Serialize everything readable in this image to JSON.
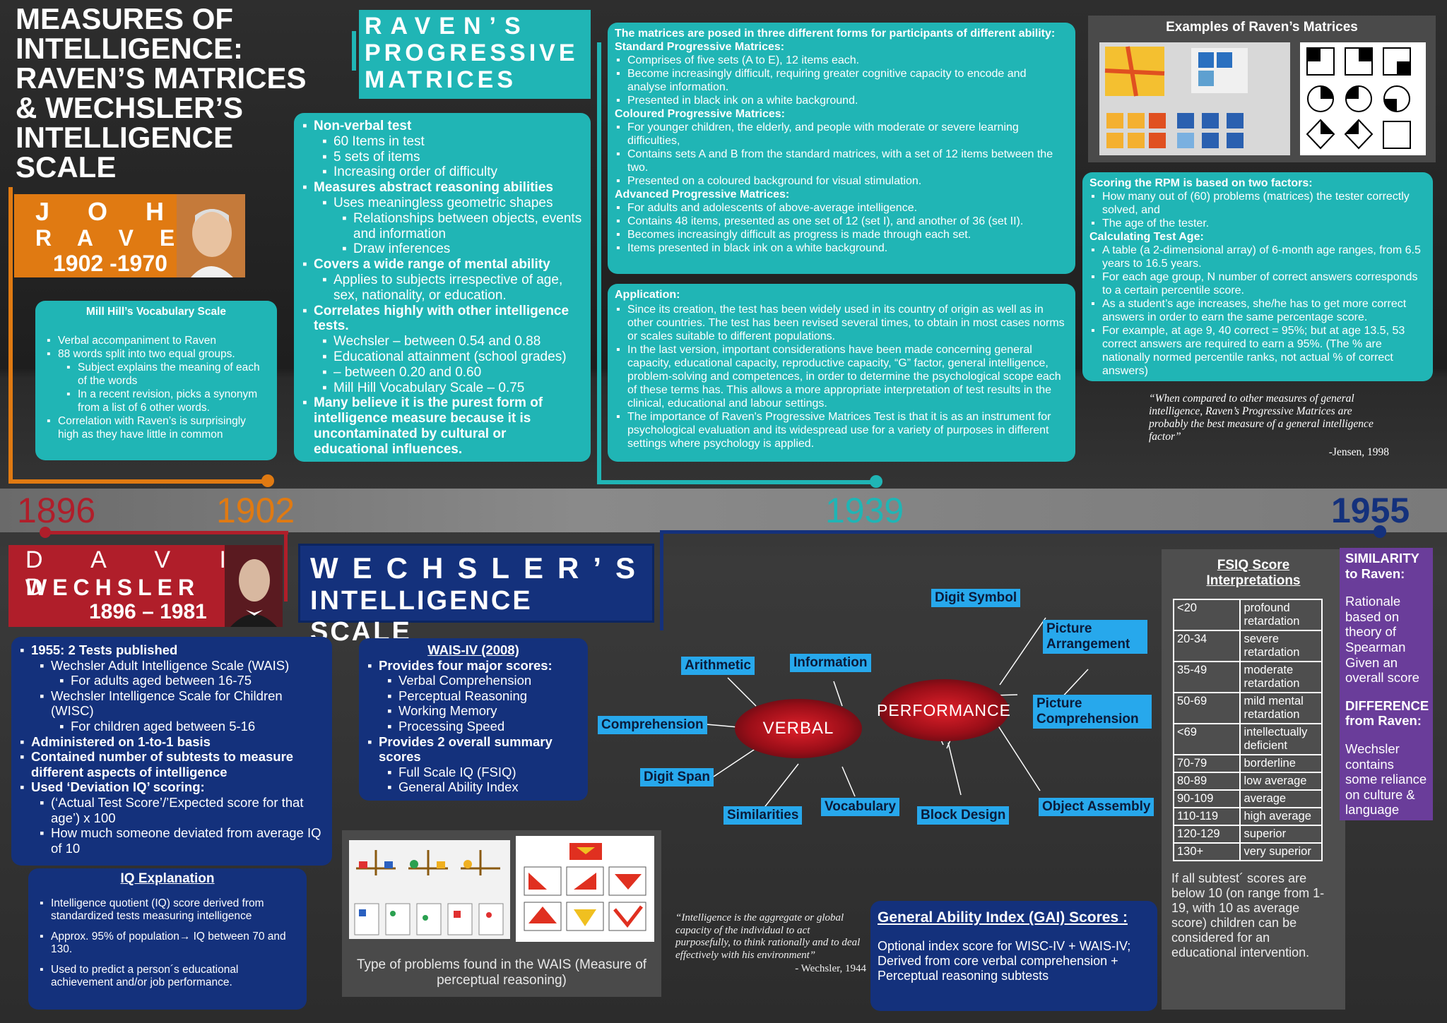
{
  "main_title": [
    "MEASURES OF",
    "INTELLIGENCE:",
    "RAVEN’S MATRICES",
    "& WECHSLER’S",
    "INTELLIGENCE",
    "SCALE"
  ],
  "raven_card": {
    "first": "J O H N",
    "last": "R A V E N",
    "years": "1902 -1970"
  },
  "wechsler_card": {
    "first": "D A V I D",
    "last": "WECHSLER",
    "years": "1896 – 1981"
  },
  "rpm_title": [
    "RAVEN’S",
    "PROGRESSIVE",
    "MATRICES"
  ],
  "wis_title": [
    "WECHSLER’S",
    "INTELLIGENCE SCALE"
  ],
  "timeline": {
    "y1896": "1896",
    "y1902": "1902",
    "y1939": "1939",
    "y1955": "1955"
  },
  "mill_hill": {
    "title": "Mill Hill’s Vocabulary Scale",
    "items": [
      "Verbal accompaniment to Raven",
      "88 words split into two equal groups.",
      "Subject explains the meaning of each of the words",
      "In a recent revision, picks a synonym from a list of 6 other words.",
      "Correlation with Raven’s is surprisingly high as they have little in common"
    ]
  },
  "rpm_features": [
    "Non-verbal test",
    "60 Items in test",
    "5 sets of items",
    "Increasing order of difficulty",
    "Measures abstract reasoning abilities",
    "Uses meaningless geometric shapes",
    "Relationships between objects, events and information",
    "Draw inferences",
    "Covers a wide range of mental ability",
    "Applies to subjects irrespective of age, sex, nationality, or education.",
    "Correlates highly with other intelligence tests.",
    "Wechsler – between 0.54 and 0.88",
    "Educational attainment (school grades)",
    "–  between 0.20 and 0.60",
    "Mill Hill Vocabulary Scale – 0.75",
    "Many believe it is the purest form of intelligence measure because it is uncontaminated by cultural or educational influences."
  ],
  "forms": {
    "intro": "The matrices are posed in three different forms for participants of different ability:",
    "spm_title": "Standard Progressive Matrices:",
    "spm": [
      "Comprises of five sets (A to E), 12 items each.",
      "Become increasingly difficult, requiring greater cognitive capacity to encode and analyse information.",
      "Presented in black ink on a white background."
    ],
    "cpm_title": "Coloured Progressive Matrices:",
    "cpm": [
      "For younger children, the elderly, and people with moderate or severe learning difficulties,",
      "Contains sets A and B from the standard matrices, with a set of 12 items between the two.",
      "Presented on a coloured background for visual stimulation."
    ],
    "apm_title": "Advanced Progressive Matrices:",
    "apm": [
      "For adults and adolescents of above-average intelligence.",
      "Contains 48 items, presented as one set of 12 (set I), and another of 36 (set II).",
      "Becomes increasingly difficult as progress is made through each set.",
      "Items presented in black ink on a white background."
    ]
  },
  "application": {
    "title": "Application:",
    "items": [
      "Since its creation, the test has been widely used in its country of origin as well as in other countries. The test has been revised several times, to obtain in most cases norms or scales suitable to different populations.",
      "In the last version, important considerations have been made concerning general capacity, educational capacity, reproductive capacity, “G” factor, general intelligence, problem-solving and competences, in order to determine the psychological scope each of these terms has. This allows a more appropriate interpretation of test results in the clinical, educational and labour settings.",
      "The importance of Raven's Progressive Matrices Test is that it is as an instrument for psychological evaluation and its widespread use for a variety of purposes in different settings where psychology is applied."
    ]
  },
  "examples_title": "Examples of Raven’s Matrices",
  "scoring": {
    "title": "Scoring the RPM is based on two factors:",
    "items": [
      "How many out of (60) problems (matrices) the tester correctly solved, and",
      "The age of the tester."
    ],
    "age_title": "Calculating Test Age:",
    "age_items": [
      "A table (a 2-dimensional array) of 6-month age ranges, from 6.5 years to 16.5 years.",
      "For each age group, N number of correct answers corresponds to a certain percentile score.",
      "As a student’s age increases, she/he has to get more correct answers in order to earn the same percentage score.",
      "For example, at age 9, 40 correct = 95%; but at age 13.5, 53 correct answers are required to earn a 95%. (The % are nationally normed percentile ranks, not actual % of correct answers)"
    ]
  },
  "jensen": {
    "quote": "“When compared to other measures of general intelligence, Raven’s Progressive Matrices are probably the best measure of a general intelligence factor”",
    "cite": "-Jensen, 1998"
  },
  "wais_history": [
    "1955: 2 Tests published",
    "Wechsler Adult Intelligence Scale (WAIS)",
    "For adults aged between 16-75",
    "Wechsler Intelligence Scale for Children (WISC)",
    "For children aged between 5-16",
    "Administered on 1-to-1 basis",
    "Contained number of subtests to measure different aspects of intelligence",
    "Used ‘Deviation IQ’ scoring:",
    "(‘Actual Test Score’/’Expected score for that age’) x 100",
    "How much someone deviated from average IQ of 10"
  ],
  "wais4": {
    "title": "WAIS-IV (2008)",
    "items": [
      "Provides four major scores:",
      "Verbal Comprehension",
      "Perceptual Reasoning",
      "Working Memory",
      "Processing Speed",
      "Provides 2 overall summary scores",
      "Full Scale IQ (FSIQ)",
      "General Ability Index"
    ]
  },
  "iq_explain": {
    "title": "IQ Explanation",
    "items": [
      "Intelligence quotient (IQ) score derived from standardized tests  measuring intelligence",
      "Approx. 95% of population→ IQ between 70 and 130.",
      "Used to predict a person´s educational achievement and/or job performance."
    ]
  },
  "wais_caption": "Type of problems found in the WAIS (Measure of perceptual reasoning)",
  "diagram": {
    "verbal": "VERBAL",
    "performance": "PERFORMANCE",
    "verbal_nodes": [
      "Arithmetic",
      "Information",
      "Comprehension",
      "Digit Span",
      "Similarities",
      "Vocabulary"
    ],
    "perf_nodes": [
      "Digit Symbol",
      "Picture Arrangement",
      "Picture Comprehension",
      "Block Design",
      "Object Assembly"
    ]
  },
  "wechsler_quote": {
    "quote": "“Intelligence is the aggregate or global capacity of the individual to act purposefully, to think rationally and to deal effectively with his environment”",
    "cite": "- Wechsler, 1944"
  },
  "gai": {
    "title": "General Ability Index (GAI) Scores :",
    "text": "Optional index score for WISC-IV + WAIS-IV; Derived from core verbal comprehension + Perceptual reasoning subtests"
  },
  "fsiq": {
    "title": "FSIQ Score Interpretations",
    "rows": [
      [
        "<20",
        "profound retardation"
      ],
      [
        "20-34",
        "severe retardation"
      ],
      [
        "35-49",
        "moderate retardation"
      ],
      [
        "50-69",
        "mild mental retardation"
      ],
      [
        "<69",
        "intellectually deficient"
      ],
      [
        "70-79",
        "borderline"
      ],
      [
        "80-89",
        "low average"
      ],
      [
        "90-109",
        "average"
      ],
      [
        "110-119",
        "high average"
      ],
      [
        "120-129",
        "superior"
      ],
      [
        "130+",
        "very superior"
      ]
    ],
    "note": "If all subtest´ scores are below 10 (on range from 1-19, with 10 as average score) children can be considered for an educational intervention."
  },
  "similarity": {
    "sim_title": "SIMILARITY to Raven:",
    "sim_text": "Rationale based on theory of Spearman Given an overall score",
    "diff_title": "DIFFERENCE from Raven:",
    "diff_text": "Wechsler contains some reliance on culture & language"
  },
  "colors": {
    "teal": "#20b5b5",
    "navy": "#14317c",
    "orange": "#e07a12",
    "red": "#b01e2a",
    "purple": "#6a3d9a",
    "node_blue": "#27a8ec"
  }
}
